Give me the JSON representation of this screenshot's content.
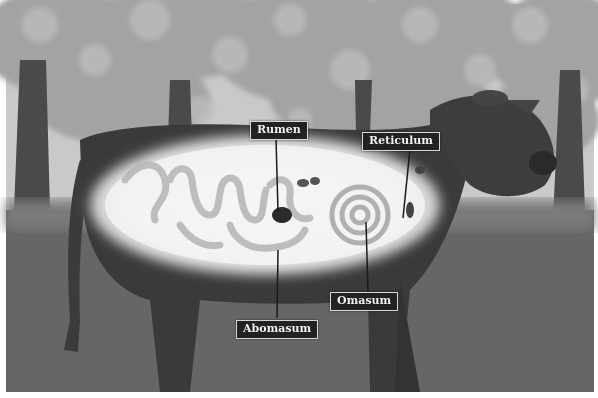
{
  "image": {
    "subject": "cow-digestive-system",
    "background": "forest",
    "colors": {
      "sky": "#cfcfcf",
      "foliage": "#9a9a9a",
      "ground": "#6a6a6a",
      "cow_body": "#3a3a3a",
      "stomach_glow": "#f1f1f1",
      "label_bg": "#222222",
      "label_text": "#f2f2f2"
    }
  },
  "labels": {
    "rumen": "Rumen",
    "reticulum": "Reticulum",
    "omasum": "Omasum",
    "abomasum": "Abomasum"
  }
}
